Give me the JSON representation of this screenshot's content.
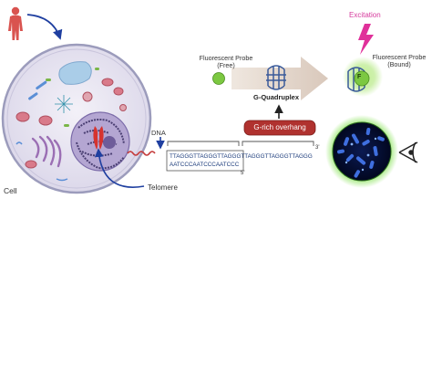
{
  "labels": {
    "cell": "Cell",
    "telomere": "Telomere",
    "dna": "DNA",
    "excitation": "Excitation",
    "probe_free_line1": "Fluorescent Probe",
    "probe_free_line2": "(Free)",
    "probe_bound_line1": "Fluorescent Probe",
    "probe_bound_line2": "(Bound)",
    "g_quadruplex": "G-Quadruplex",
    "g_rich_overhang": "G-rich overhang",
    "probe_letter": "F"
  },
  "sequence": {
    "top_strand": "TTAGGGTTAGGGTTAGGGTTAGGGTTAGGGTTAGGG",
    "bottom_strand": "AATCCCAATCCCAATCCC",
    "end_3prime": "3'",
    "end_5prime": "5'"
  },
  "colors": {
    "cell_fill": "#e9e6f3",
    "cell_border": "#9c9cbc",
    "nucleus": "#b4a6d2",
    "chromatin": "#4a3f72",
    "overhang_box": "#b0322f",
    "probe_green": "#7cc841",
    "excitation_pink": "#e0309a",
    "arrow_blue": "#1f3fa0",
    "eye_stroke": "#222222"
  },
  "icons": [
    "human-figure-icon",
    "lightning-bolt-icon",
    "eye-icon",
    "g-quadruplex-icon"
  ]
}
